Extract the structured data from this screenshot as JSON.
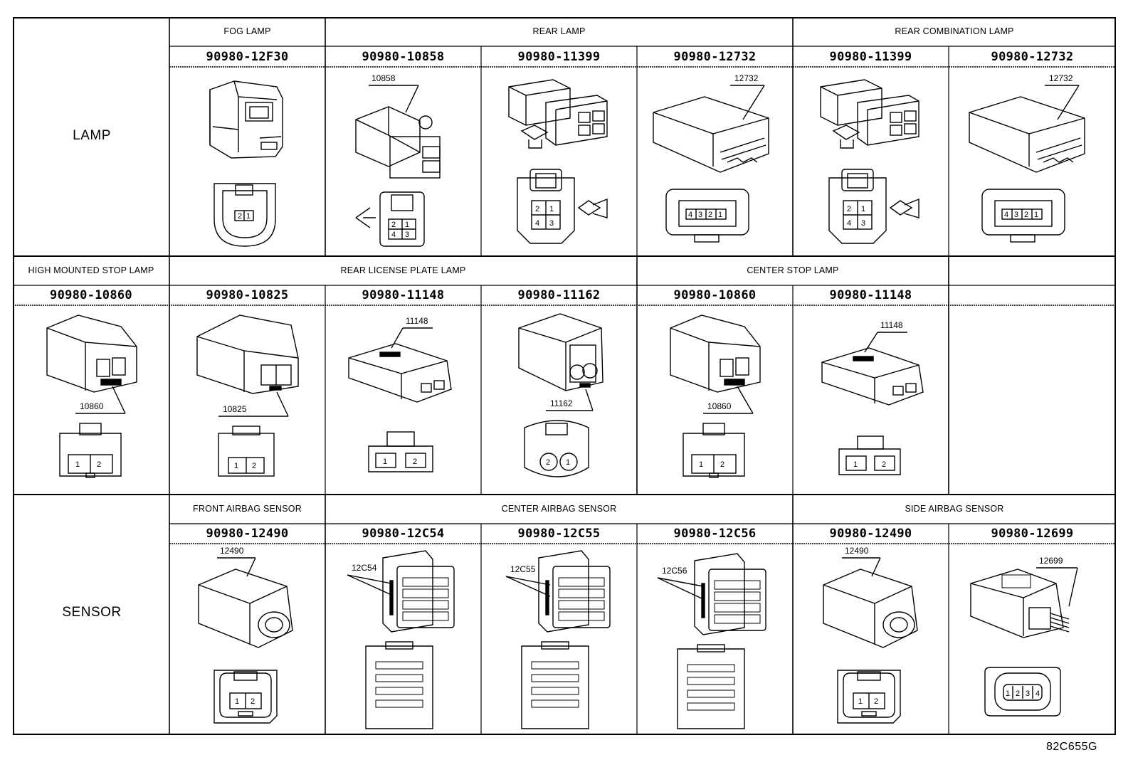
{
  "categories": [
    {
      "name": "LAMP"
    },
    {
      "name": "SENSOR"
    }
  ],
  "rows": [
    {
      "section": "lamp",
      "headers": [
        {
          "label": "FOG LAMP",
          "span": 1
        },
        {
          "label": "REAR LAMP",
          "span": 3
        },
        {
          "label": "REAR COMBINATION LAMP",
          "span": 2
        }
      ],
      "cells": [
        {
          "part_number": "90980-12F30",
          "callout": "",
          "pins": [
            "2",
            "1"
          ]
        },
        {
          "part_number": "90980-10858",
          "callout": "10858",
          "pins": [
            "2",
            "1",
            "4",
            "3"
          ]
        },
        {
          "part_number": "90980-11399",
          "callout": "",
          "pins": [
            "2",
            "1",
            "4",
            "3"
          ]
        },
        {
          "part_number": "90980-12732",
          "callout": "12732",
          "pins": [
            "4",
            "3",
            "2",
            "1"
          ]
        },
        {
          "part_number": "90980-11399",
          "callout": "",
          "pins": [
            "2",
            "1",
            "4",
            "3"
          ]
        },
        {
          "part_number": "90980-12732",
          "callout": "12732",
          "pins": [
            "4",
            "3",
            "2",
            "1"
          ]
        }
      ]
    },
    {
      "section": "lamp-2",
      "headers": [
        {
          "label": "HIGH MOUNTED STOP LAMP",
          "span": 1
        },
        {
          "label": "REAR LICENSE PLATE LAMP",
          "span": 3
        },
        {
          "label": "CENTER STOP LAMP",
          "span": 2
        },
        {
          "label": "",
          "span": 1
        }
      ],
      "cells": [
        {
          "part_number": "90980-10860",
          "callout": "10860",
          "pins": [
            "1",
            "2"
          ]
        },
        {
          "part_number": "90980-10825",
          "callout": "10825",
          "pins": [
            "1",
            "2"
          ]
        },
        {
          "part_number": "90980-11148",
          "callout": "11148",
          "pins": [
            "1",
            "2"
          ]
        },
        {
          "part_number": "90980-11162",
          "callout": "11162",
          "pins": [
            "2",
            "1"
          ]
        },
        {
          "part_number": "90980-10860",
          "callout": "10860",
          "pins": [
            "1",
            "2"
          ]
        },
        {
          "part_number": "90980-11148",
          "callout": "11148",
          "pins": [
            "1",
            "2"
          ]
        },
        {
          "part_number": "",
          "callout": "",
          "pins": []
        }
      ]
    },
    {
      "section": "sensor",
      "headers": [
        {
          "label": "FRONT AIRBAG SENSOR",
          "span": 1
        },
        {
          "label": "CENTER AIRBAG SENSOR",
          "span": 3
        },
        {
          "label": "SIDE AIRBAG SENSOR",
          "span": 2
        }
      ],
      "cells": [
        {
          "part_number": "90980-12490",
          "callout": "12490",
          "pins": [
            "1",
            "2"
          ]
        },
        {
          "part_number": "90980-12C54",
          "callout": "12C54",
          "pins": []
        },
        {
          "part_number": "90980-12C55",
          "callout": "12C55",
          "pins": []
        },
        {
          "part_number": "90980-12C56",
          "callout": "12C56",
          "pins": []
        },
        {
          "part_number": "90980-12490",
          "callout": "12490",
          "pins": [
            "1",
            "2"
          ]
        },
        {
          "part_number": "90980-12699",
          "callout": "12699",
          "pins": [
            "1",
            "2",
            "3",
            "4"
          ]
        }
      ]
    }
  ],
  "reference_code": "82C655G"
}
